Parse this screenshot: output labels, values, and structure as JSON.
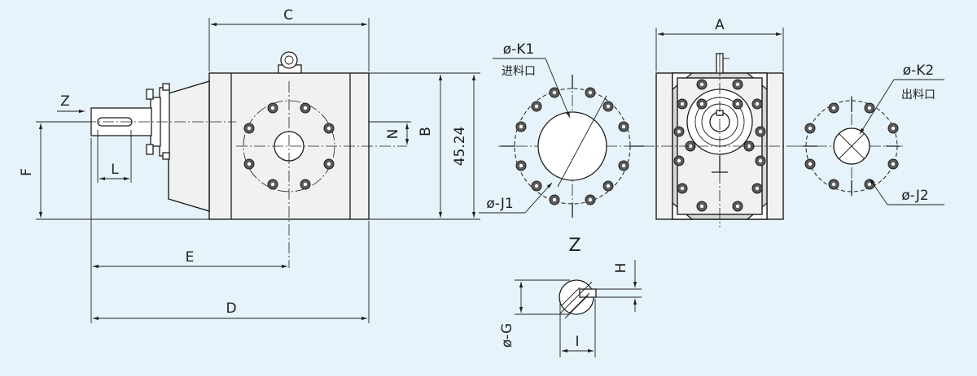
{
  "labels": {
    "C": "C",
    "A": "A",
    "B": "B",
    "N": "N",
    "dim_45_24": "45.24",
    "F": "F",
    "L": "L",
    "E": "E",
    "D": "D",
    "Z_arrow": "Z",
    "Z_view": "Z",
    "H": "H",
    "I": "I",
    "G": "ø-G",
    "K1": "ø-K1",
    "J1": "ø-J1",
    "K2": "ø-K2",
    "J2": "ø-J2"
  },
  "notes": {
    "inlet": "进料口",
    "outlet": "出料口"
  },
  "colors": {
    "background": "#e6f3fb",
    "line": "#1e1e1e",
    "body_fill": "#f1f1f1",
    "bolt_fill": "#5a5a5a"
  }
}
